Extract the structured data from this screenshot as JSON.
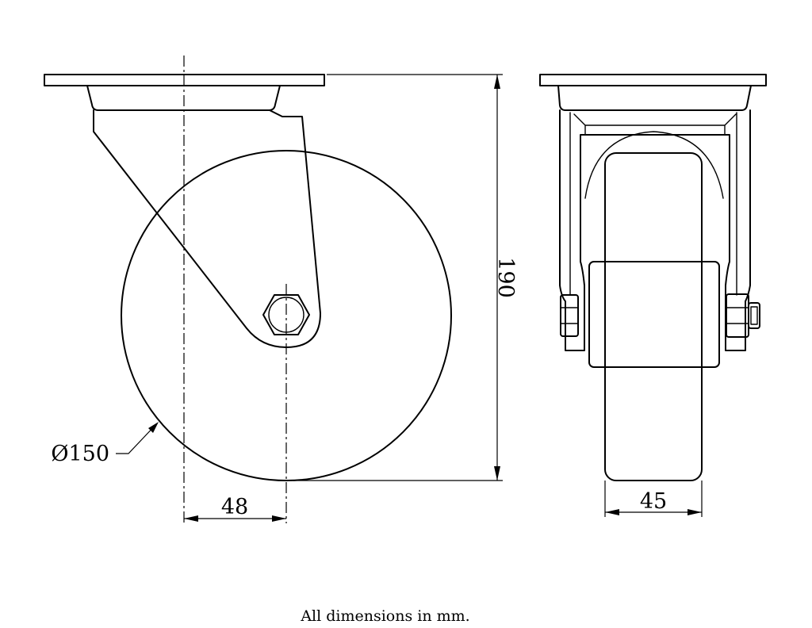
{
  "dimensions": {
    "wheel_diameter": "Ø150",
    "overall_height": "190",
    "offset": "48",
    "wheel_width": "45"
  },
  "footer": {
    "note": "All dimensions in mm."
  },
  "colors": {
    "line": "#000000",
    "background": "#ffffff"
  }
}
